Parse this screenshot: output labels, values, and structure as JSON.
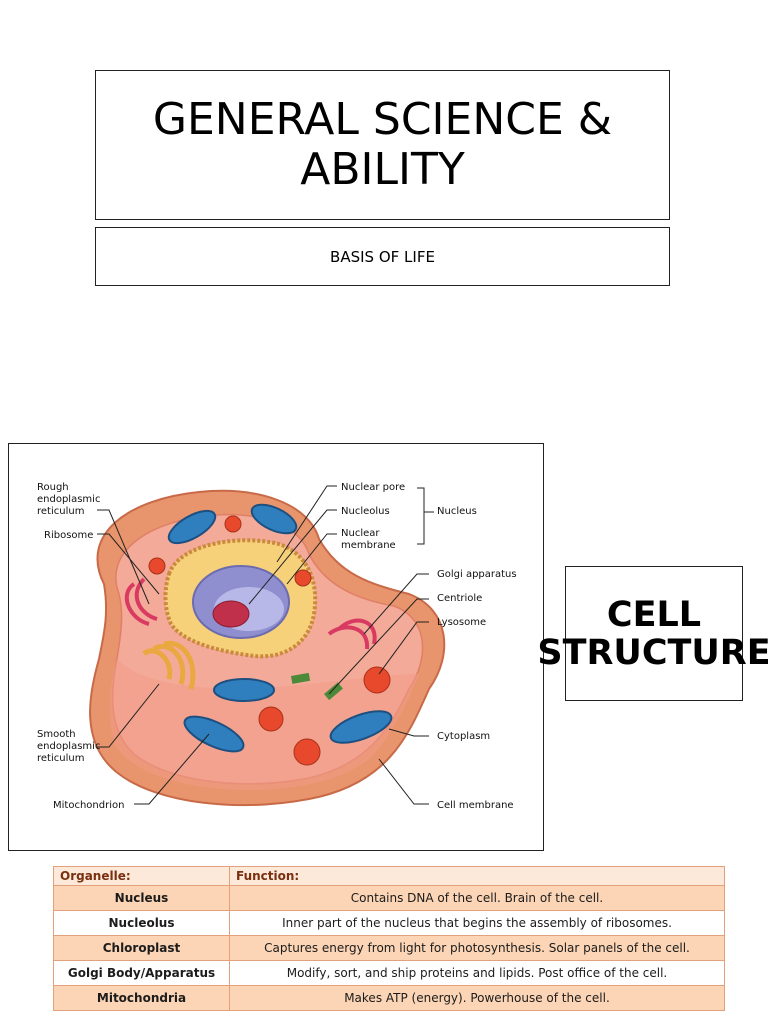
{
  "slide": {
    "title": "GENERAL SCIENCE & ABILITY",
    "subtitle": "BASIS OF LIFE",
    "side_heading": "CELL STRUCTURE"
  },
  "diagram": {
    "labels": {
      "rough_er_1": "Rough",
      "rough_er_2": "endoplasmic",
      "rough_er_3": "reticulum",
      "ribosome": "Ribosome",
      "smooth_er_1": "Smooth",
      "smooth_er_2": "endoplasmic",
      "smooth_er_3": "reticulum",
      "mitochondrion": "Mitochondrion",
      "nuclear_pore": "Nuclear pore",
      "nucleolus": "Nucleolus",
      "nuclear_membrane_1": "Nuclear",
      "nuclear_membrane_2": "membrane",
      "nucleus": "Nucleus",
      "golgi": "Golgi apparatus",
      "centriole": "Centriole",
      "lysosome": "Lysosome",
      "cytoplasm": "Cytoplasm",
      "cell_membrane": "Cell membrane"
    }
  },
  "table": {
    "header": {
      "organelle": "Organelle:",
      "function": "Function:"
    },
    "rows": [
      {
        "organelle": "Nucleus",
        "function": "Contains DNA of the cell.  Brain of the cell."
      },
      {
        "organelle": "Nucleolus",
        "function": "Inner part of the nucleus that begins the assembly of ribosomes."
      },
      {
        "organelle": "Chloroplast",
        "function": "Captures energy from light for photosynthesis.  Solar panels of the cell."
      },
      {
        "organelle": "Golgi Body/Apparatus",
        "function": "Modify, sort, and ship proteins and lipids.  Post office of the cell."
      },
      {
        "organelle": "Mitochondria",
        "function": "Makes ATP (energy). Powerhouse of the cell."
      }
    ]
  },
  "colors": {
    "table_border": "#e2a17a",
    "table_header_bg": "#fde9d9",
    "table_row_shade": "#fbd5b5",
    "cell_cytoplasm": "#f2a08e",
    "cell_outer": "#e8946c",
    "nucleus": "#8f8fd0",
    "mitochondria": "#2f7fbf"
  }
}
